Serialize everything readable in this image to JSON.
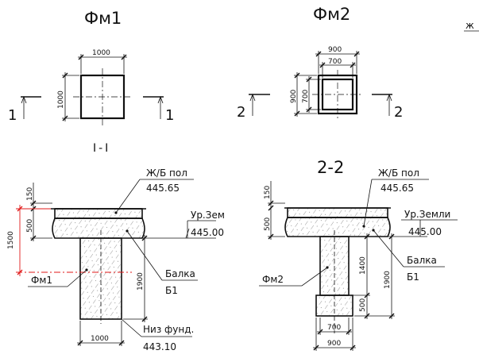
{
  "fm1": {
    "title": "Фм1",
    "width": "1000",
    "height": "1000",
    "section_left": "1",
    "section_right": "1"
  },
  "fm2": {
    "title": "Фм2",
    "outer_width": "900",
    "inner_width": "700",
    "outer_height": "900",
    "inner_height": "700",
    "section_left": "2",
    "section_right": "2"
  },
  "edge_label": "ж",
  "section1": {
    "title": "I-I",
    "floor_label": "Ж/Б пол",
    "floor_level": "445.65",
    "ground_label": "Ур.Зем",
    "ground_level": "445.00",
    "dim_150": "150",
    "dim_500": "500",
    "dim_1500": "1500",
    "dim_1900": "1900",
    "beam_label": "Балка",
    "beam_id": "Б1",
    "column_label": "Фм1",
    "bottom_label": "Низ фунд.",
    "bottom_level": "443.10",
    "base_width": "1000"
  },
  "section2": {
    "title": "2-2",
    "floor_label": "Ж/Б пол",
    "floor_level": "445.65",
    "ground_label": "Ур.Земли",
    "ground_level": "445.00",
    "dim_150": "150",
    "dim_500": "500",
    "dim_1400": "1400",
    "dim_1900": "1900",
    "dim_base_500": "500",
    "beam_label": "Балка",
    "beam_id": "Б1",
    "column_label": "Фм2",
    "width_700": "700",
    "width_900": "900"
  }
}
